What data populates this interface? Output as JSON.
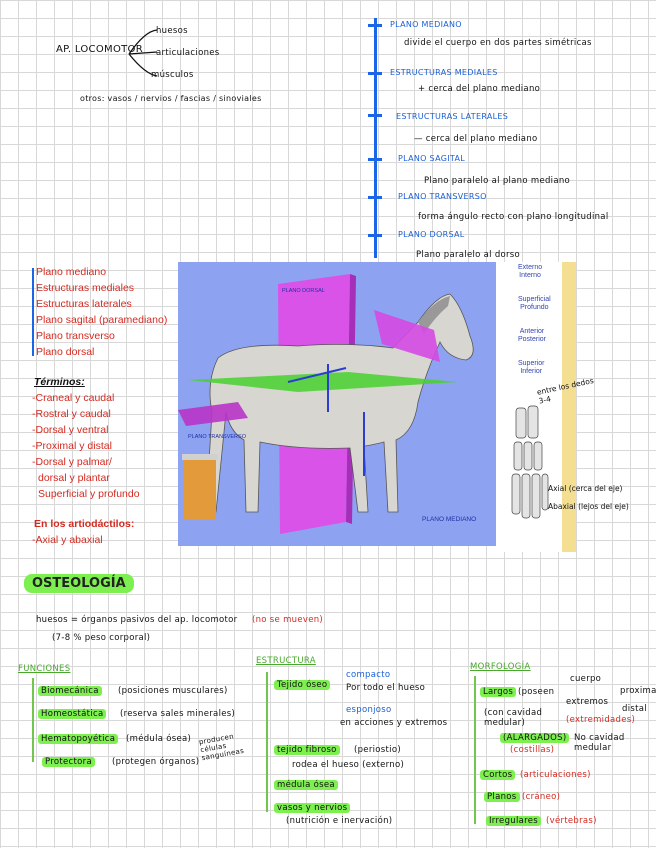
{
  "top_left": {
    "title": "AP. LOCOMOTOR",
    "branches": [
      "huesos",
      "articulaciones",
      "músculos"
    ],
    "others": "otros: vasos / nervios / fascias / sinoviales"
  },
  "planes_blue": [
    {
      "heading": "PLANO MEDIANO",
      "note": "divide el cuerpo en dos partes simétricas"
    },
    {
      "heading": "ESTRUCTURAS MEDIALES",
      "note": "+ cerca del plano mediano"
    },
    {
      "heading": "ESTRUCTURAS LATERALES",
      "note": "— cerca del plano mediano"
    },
    {
      "heading": "PLANO SAGITAL",
      "note": "Plano paralelo al plano mediano"
    },
    {
      "heading": "PLANO TRANSVERSO",
      "note": "forma ángulo recto con plano longitudinal"
    },
    {
      "heading": "PLANO DORSAL",
      "note": "Plano paralelo al dorso"
    }
  ],
  "legend_planes": [
    "Plano mediano",
    "Estructuras mediales",
    "Estructuras laterales",
    "Plano sagital (paramediano)",
    "Plano transverso",
    "Plano dorsal"
  ],
  "terms_title": "Términos:",
  "terms": [
    "-Craneal y caudal",
    "-Rostral y caudal",
    "-Dorsal y ventral",
    "-Proximal y distal",
    "-Dorsal y palmar/",
    " dorsal y plantar",
    " Superficial y profundo"
  ],
  "artio_title": "En los artiodáctilos:",
  "artio_item": "-Axial y abaxial",
  "image_labels": {
    "plano_mediano": "PLANO MEDIANO",
    "plano_dorsal_top": "PLANO DORSAL",
    "plano_transverso": "PLANO TRANSVERSO",
    "strip": [
      "Externo\nInterno",
      "Superficial\nProfundo",
      "Anterior\nPosterior",
      "Superior\nInferior"
    ],
    "hand_note": "entre los dedos\n3-4",
    "axial_note": "Axial (cerca del eje)",
    "abaxial_note": "Abaxial (lejos del eje)"
  },
  "osteologia": {
    "title": "OSTEOLOGÍA",
    "intro": "huesos = órganos pasivos del ap. locomotor",
    "intro_red": "(no se mueven)",
    "intro2": "(7-8 % peso corporal)"
  },
  "funciones": {
    "heading": "FUNCIONES",
    "items": [
      {
        "label": "Biomecánica",
        "note": "(posiciones musculares)"
      },
      {
        "label": "Homeostática",
        "note": "(reserva sales minerales)"
      },
      {
        "label": "Hematopoyética",
        "note": "(médula ósea)"
      },
      {
        "label": "Protectora",
        "note": "(protegen órganos)"
      }
    ],
    "side_note": "producen células sanguíneas"
  },
  "estructura": {
    "heading": "ESTRUCTURA",
    "tejido_oseo": "Tejido óseo",
    "compacto": "compacto",
    "compacto_note": "Por todo el hueso",
    "esponjoso": "esponjoso",
    "esponjoso_note": "en acciones y extremos",
    "tejido_fibroso": "tejido fibroso",
    "fibroso_note": "(periostio)",
    "fibroso_note2": "rodea el hueso (externo)",
    "medula": "médula ósea",
    "vasos": "vasos y nervios",
    "vasos_note": "(nutrición e inervación)"
  },
  "morfologia": {
    "heading": "MORFOLOGÍA",
    "largos": "Largos",
    "largos_note": "(poseen",
    "cuerpo": "cuerpo",
    "extremos": "extremos",
    "proximal": "proximal",
    "distal": "distal",
    "largos_note2": "(con cavidad medular)",
    "extremidades": "(extremidades)",
    "alargados": "(ALARGADOS)",
    "alargados_note": "No cavidad medular",
    "costillas": "(costillas)",
    "cortos": "Cortos",
    "cortos_note": "(articulaciones)",
    "planos": "Planos",
    "planos_note": "(cráneo)",
    "irregulares": "Irregulares",
    "irregulares_note": "(vértebras)"
  }
}
